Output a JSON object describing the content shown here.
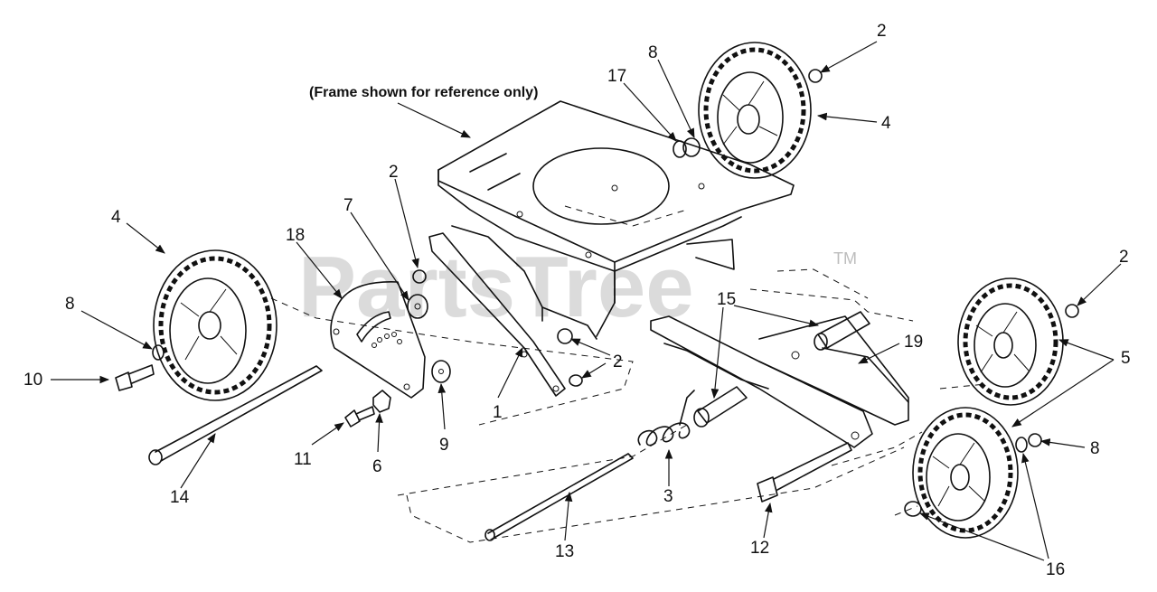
{
  "diagram": {
    "note": "(Frame shown for reference only)",
    "watermark": "PartsTree",
    "trademark": "TM",
    "callouts": [
      {
        "id": "c-2a",
        "text": "2"
      },
      {
        "id": "c-8a",
        "text": "8"
      },
      {
        "id": "c-17",
        "text": "17"
      },
      {
        "id": "c-4a",
        "text": "4"
      },
      {
        "id": "c-4b",
        "text": "4"
      },
      {
        "id": "c-18",
        "text": "18"
      },
      {
        "id": "c-7",
        "text": "7"
      },
      {
        "id": "c-2b",
        "text": "2"
      },
      {
        "id": "c-8b",
        "text": "8"
      },
      {
        "id": "c-10",
        "text": "10"
      },
      {
        "id": "c-2c",
        "text": "2"
      },
      {
        "id": "c-15",
        "text": "15"
      },
      {
        "id": "c-19",
        "text": "19"
      },
      {
        "id": "c-5",
        "text": "5"
      },
      {
        "id": "c-2d",
        "text": "2"
      },
      {
        "id": "c-1",
        "text": "1"
      },
      {
        "id": "c-9",
        "text": "9"
      },
      {
        "id": "c-11",
        "text": "11"
      },
      {
        "id": "c-6",
        "text": "6"
      },
      {
        "id": "c-14",
        "text": "14"
      },
      {
        "id": "c-3",
        "text": "3"
      },
      {
        "id": "c-8c",
        "text": "8"
      },
      {
        "id": "c-13",
        "text": "13"
      },
      {
        "id": "c-12",
        "text": "12"
      },
      {
        "id": "c-16",
        "text": "16"
      }
    ]
  }
}
